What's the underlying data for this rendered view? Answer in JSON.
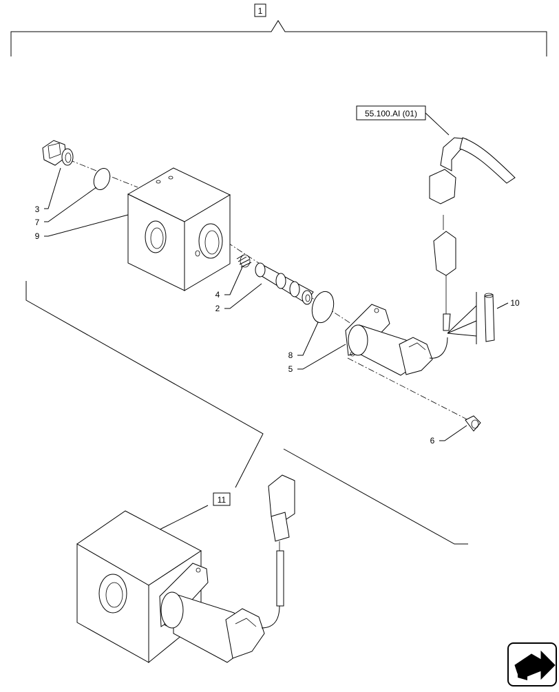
{
  "diagram": {
    "assembly_ref": "1",
    "kit_ref": "11",
    "cross_ref": "55.100.AI (01)",
    "callouts": [
      "3",
      "7",
      "9",
      "4",
      "2",
      "8",
      "5",
      "6",
      "10"
    ]
  },
  "nav": {
    "icon": "next-page-arrow-icon"
  }
}
